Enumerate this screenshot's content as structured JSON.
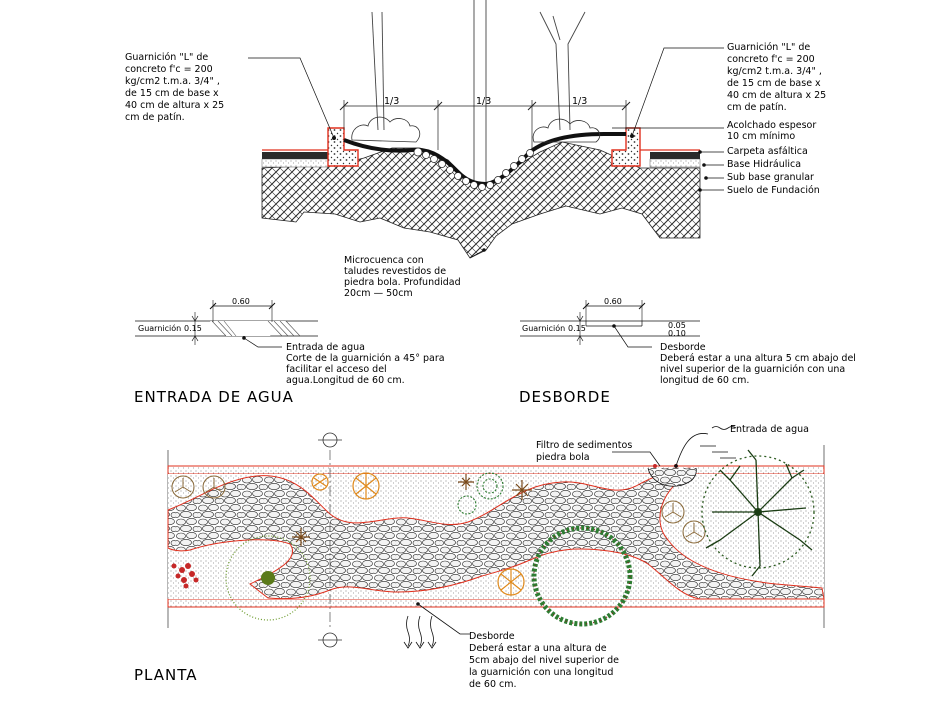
{
  "section": {
    "labels": {
      "guarnicion_left": [
        "Guarnición \"L\" de",
        "concreto f'c = 200",
        "kg/cm2 t.m.a. 3/4\" ,",
        "de 15 cm de base x",
        "40 cm de altura x 25",
        "cm de patín."
      ],
      "guarnicion_right": [
        "Guarnición \"L\" de",
        "concreto f'c = 200",
        "kg/cm2 t.m.a. 3/4\" ,",
        "de 15 cm de base x",
        "40 cm de altura x 25",
        "cm de patín."
      ],
      "acolchado": [
        "Acolchado espesor",
        "10 cm mínimo"
      ],
      "carpeta": "Carpeta asfáltica",
      "base": "Base Hidráulica",
      "subbase": "Sub base granular",
      "suelo": "Suelo de Fundación",
      "microcuenca": [
        "Microcuenca con",
        "taludes revestidos de",
        "piedra bola. Profundidad",
        "20cm — 50cm"
      ],
      "thirds": [
        "1/3",
        "1/3",
        "1/3"
      ]
    }
  },
  "entrada": {
    "dim": "0.60",
    "guarnicion": "Guarnición",
    "g_value": "0.15",
    "note": [
      "Entrada de agua",
      "Corte de la guarnición a 45° para",
      "facilitar el acceso del",
      "agua.Longitud de 60 cm."
    ],
    "title": "ENTRADA DE AGUA"
  },
  "desborde": {
    "dim": "0.60",
    "guarnicion": "Guarnición",
    "g_value": "0.15",
    "small_dims": [
      "0.05",
      "0.10"
    ],
    "note": [
      "Desborde",
      "Deberá estar a una altura 5 cm abajo del",
      "nivel superior de la guarnición con una",
      "longitud de 60 cm."
    ],
    "title": "DESBORDE"
  },
  "planta": {
    "filtro": [
      "Filtro de sedimentos",
      "piedra bola"
    ],
    "entrada": "Entrada de agua",
    "desborde": [
      "Desborde",
      "Deberá estar a una altura de",
      "5cm abajo del nivel superior de",
      "la guarnición con una longitud",
      "de 60 cm."
    ],
    "title": "PLANTA"
  },
  "colors": {
    "curb_red": "#e0301e",
    "stone_fill": "#f2f2f2",
    "soil": "#3a3a3a",
    "shrub_green": "#2e7d32",
    "tree_orange": "#e08a1c",
    "flower_red": "#c62828"
  }
}
